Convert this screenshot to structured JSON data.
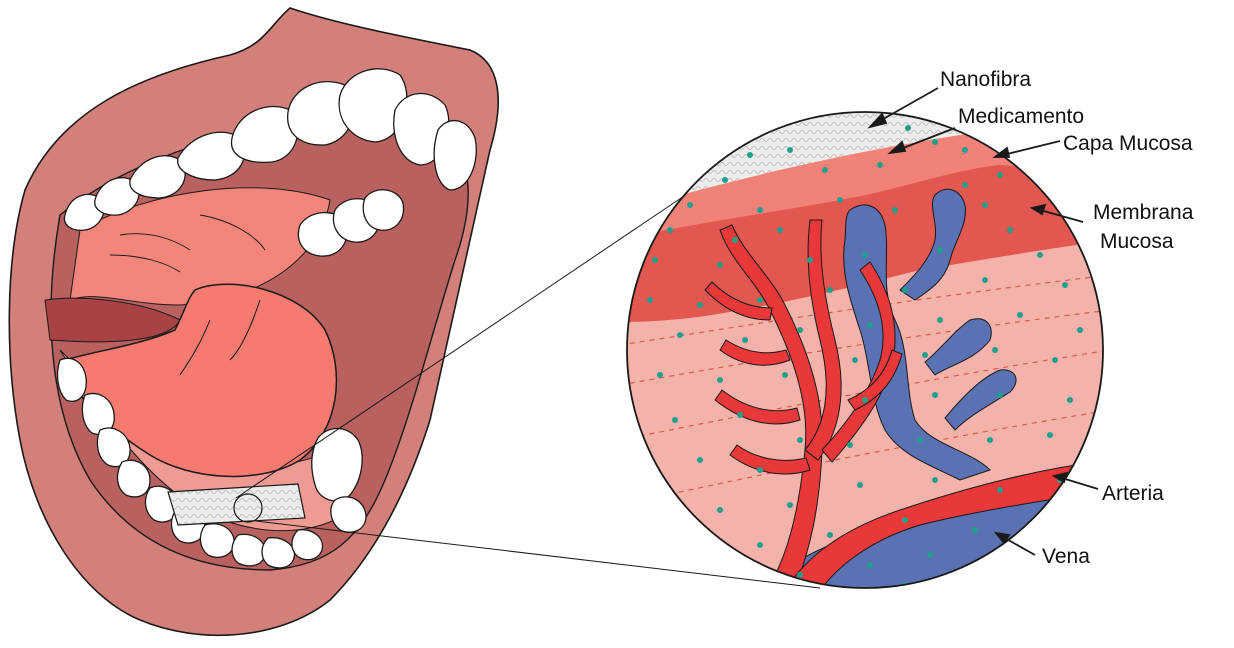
{
  "labels": {
    "nanofibra": "Nanofibra",
    "medicamento": "Medicamento",
    "capa_mucosa": "Capa Mucosa",
    "membrana_line1": "Membrana",
    "membrana_line2": "Mucosa",
    "arteria": "Arteria",
    "vena": "Vena"
  },
  "colors": {
    "lip": "#d4807a",
    "mouth_cavity": "#b8615f",
    "gum": "#ef9a92",
    "tongue": "#f57a70",
    "tooth": "#ffffff",
    "nanofiber_patch": "#e9e9e9",
    "mucosa_layer": "#f08278",
    "mucosa_membrane": "#e2574f",
    "tissue": "#f4b3aa",
    "artery": "#e8383a",
    "vein": "#5a71b3",
    "drug_dot": "#1fa08e",
    "outline": "#1a1a1a"
  }
}
